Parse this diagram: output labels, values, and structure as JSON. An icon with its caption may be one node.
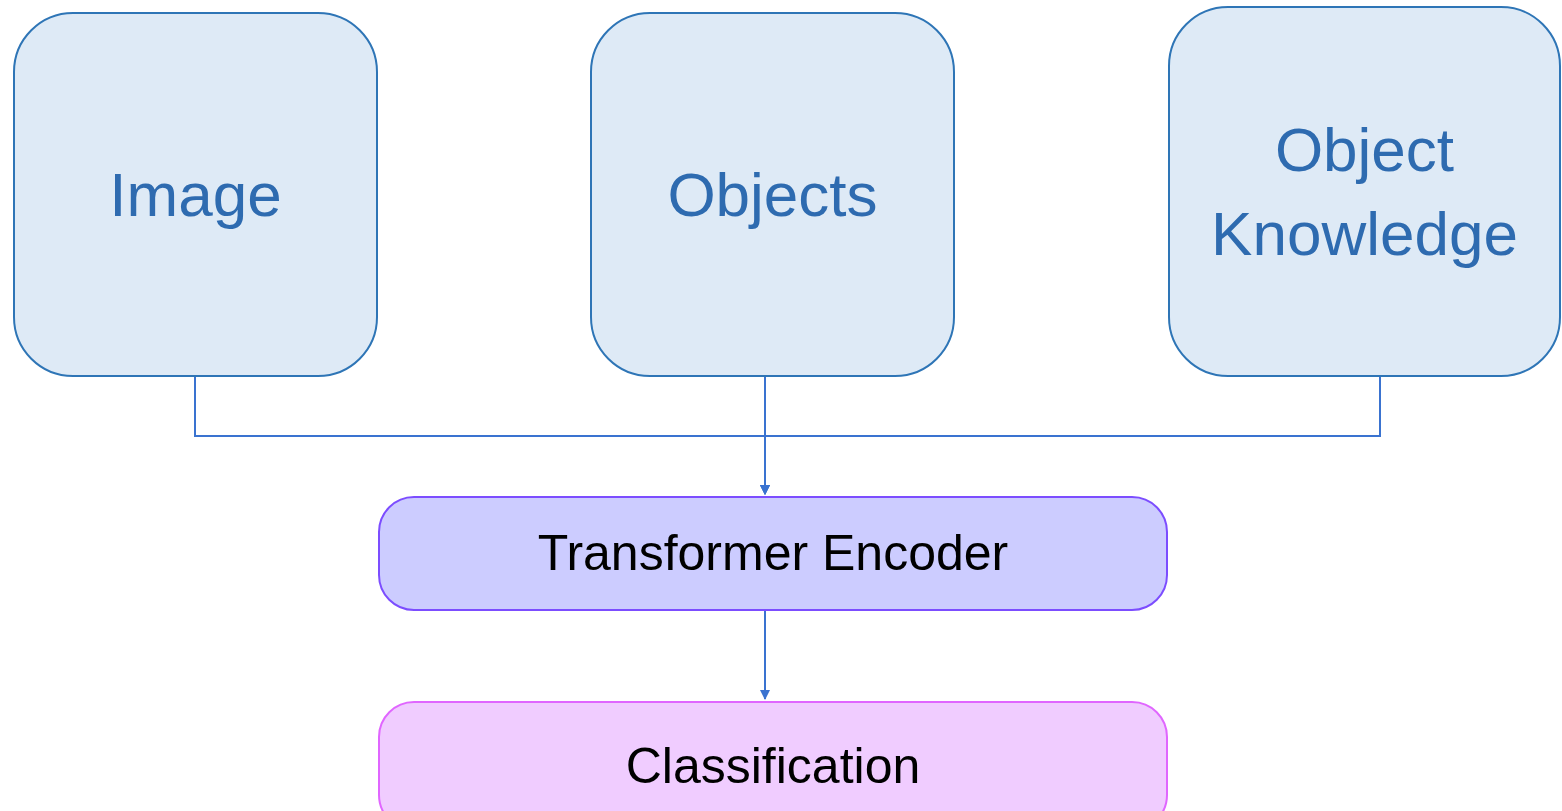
{
  "diagram": {
    "nodes": [
      {
        "text": [
          "Image"
        ]
      },
      {
        "text": [
          "Objects"
        ]
      },
      {
        "text": [
          "Object Knowledge"
        ]
      },
      {
        "text": [
          "Transformer Encoder"
        ]
      },
      {
        "text": [
          "Classification"
        ]
      }
    ],
    "edges": [
      {
        "from": 0,
        "to": 3,
        "arrow": "to"
      },
      {
        "from": 1,
        "to": 3,
        "arrow": "to"
      },
      {
        "from": 2,
        "to": 3,
        "arrow": "to"
      },
      {
        "from": 3,
        "to": 4,
        "arrow": "to"
      }
    ]
  }
}
